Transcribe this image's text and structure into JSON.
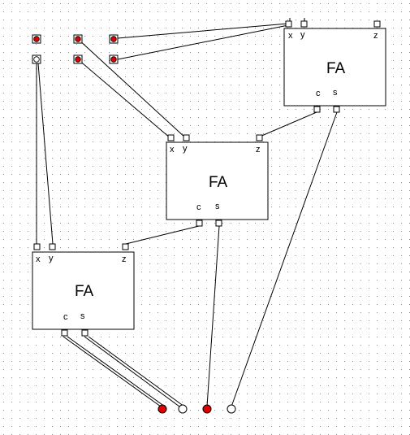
{
  "colors": {
    "background": "#ffffff",
    "grid_dot": "#8a8a8a",
    "wire": "#000000",
    "block_border": "#000000",
    "led_on": "#e00000",
    "led_off": "#ffffff"
  },
  "blocks": [
    {
      "id": "fa1",
      "title": "FA",
      "port_labels": {
        "x": "x",
        "y": "y",
        "z": "z",
        "c": "c",
        "s": "s"
      }
    },
    {
      "id": "fa2",
      "title": "FA",
      "port_labels": {
        "x": "x",
        "y": "y",
        "z": "z",
        "c": "c",
        "s": "s"
      }
    },
    {
      "id": "fa3",
      "title": "FA",
      "port_labels": {
        "x": "x",
        "y": "y",
        "z": "z",
        "c": "c",
        "s": "s"
      }
    }
  ],
  "inputs": [
    {
      "id": "in-a1",
      "state": "on"
    },
    {
      "id": "in-a2",
      "state": "off"
    },
    {
      "id": "in-b1",
      "state": "on"
    },
    {
      "id": "in-b2",
      "state": "on"
    },
    {
      "id": "in-c1",
      "state": "on"
    },
    {
      "id": "in-c2",
      "state": "on"
    }
  ],
  "outputs": [
    {
      "id": "out-1",
      "state": "on"
    },
    {
      "id": "out-2",
      "state": "off"
    },
    {
      "id": "out-3",
      "state": "on"
    },
    {
      "id": "out-4",
      "state": "off"
    }
  ]
}
